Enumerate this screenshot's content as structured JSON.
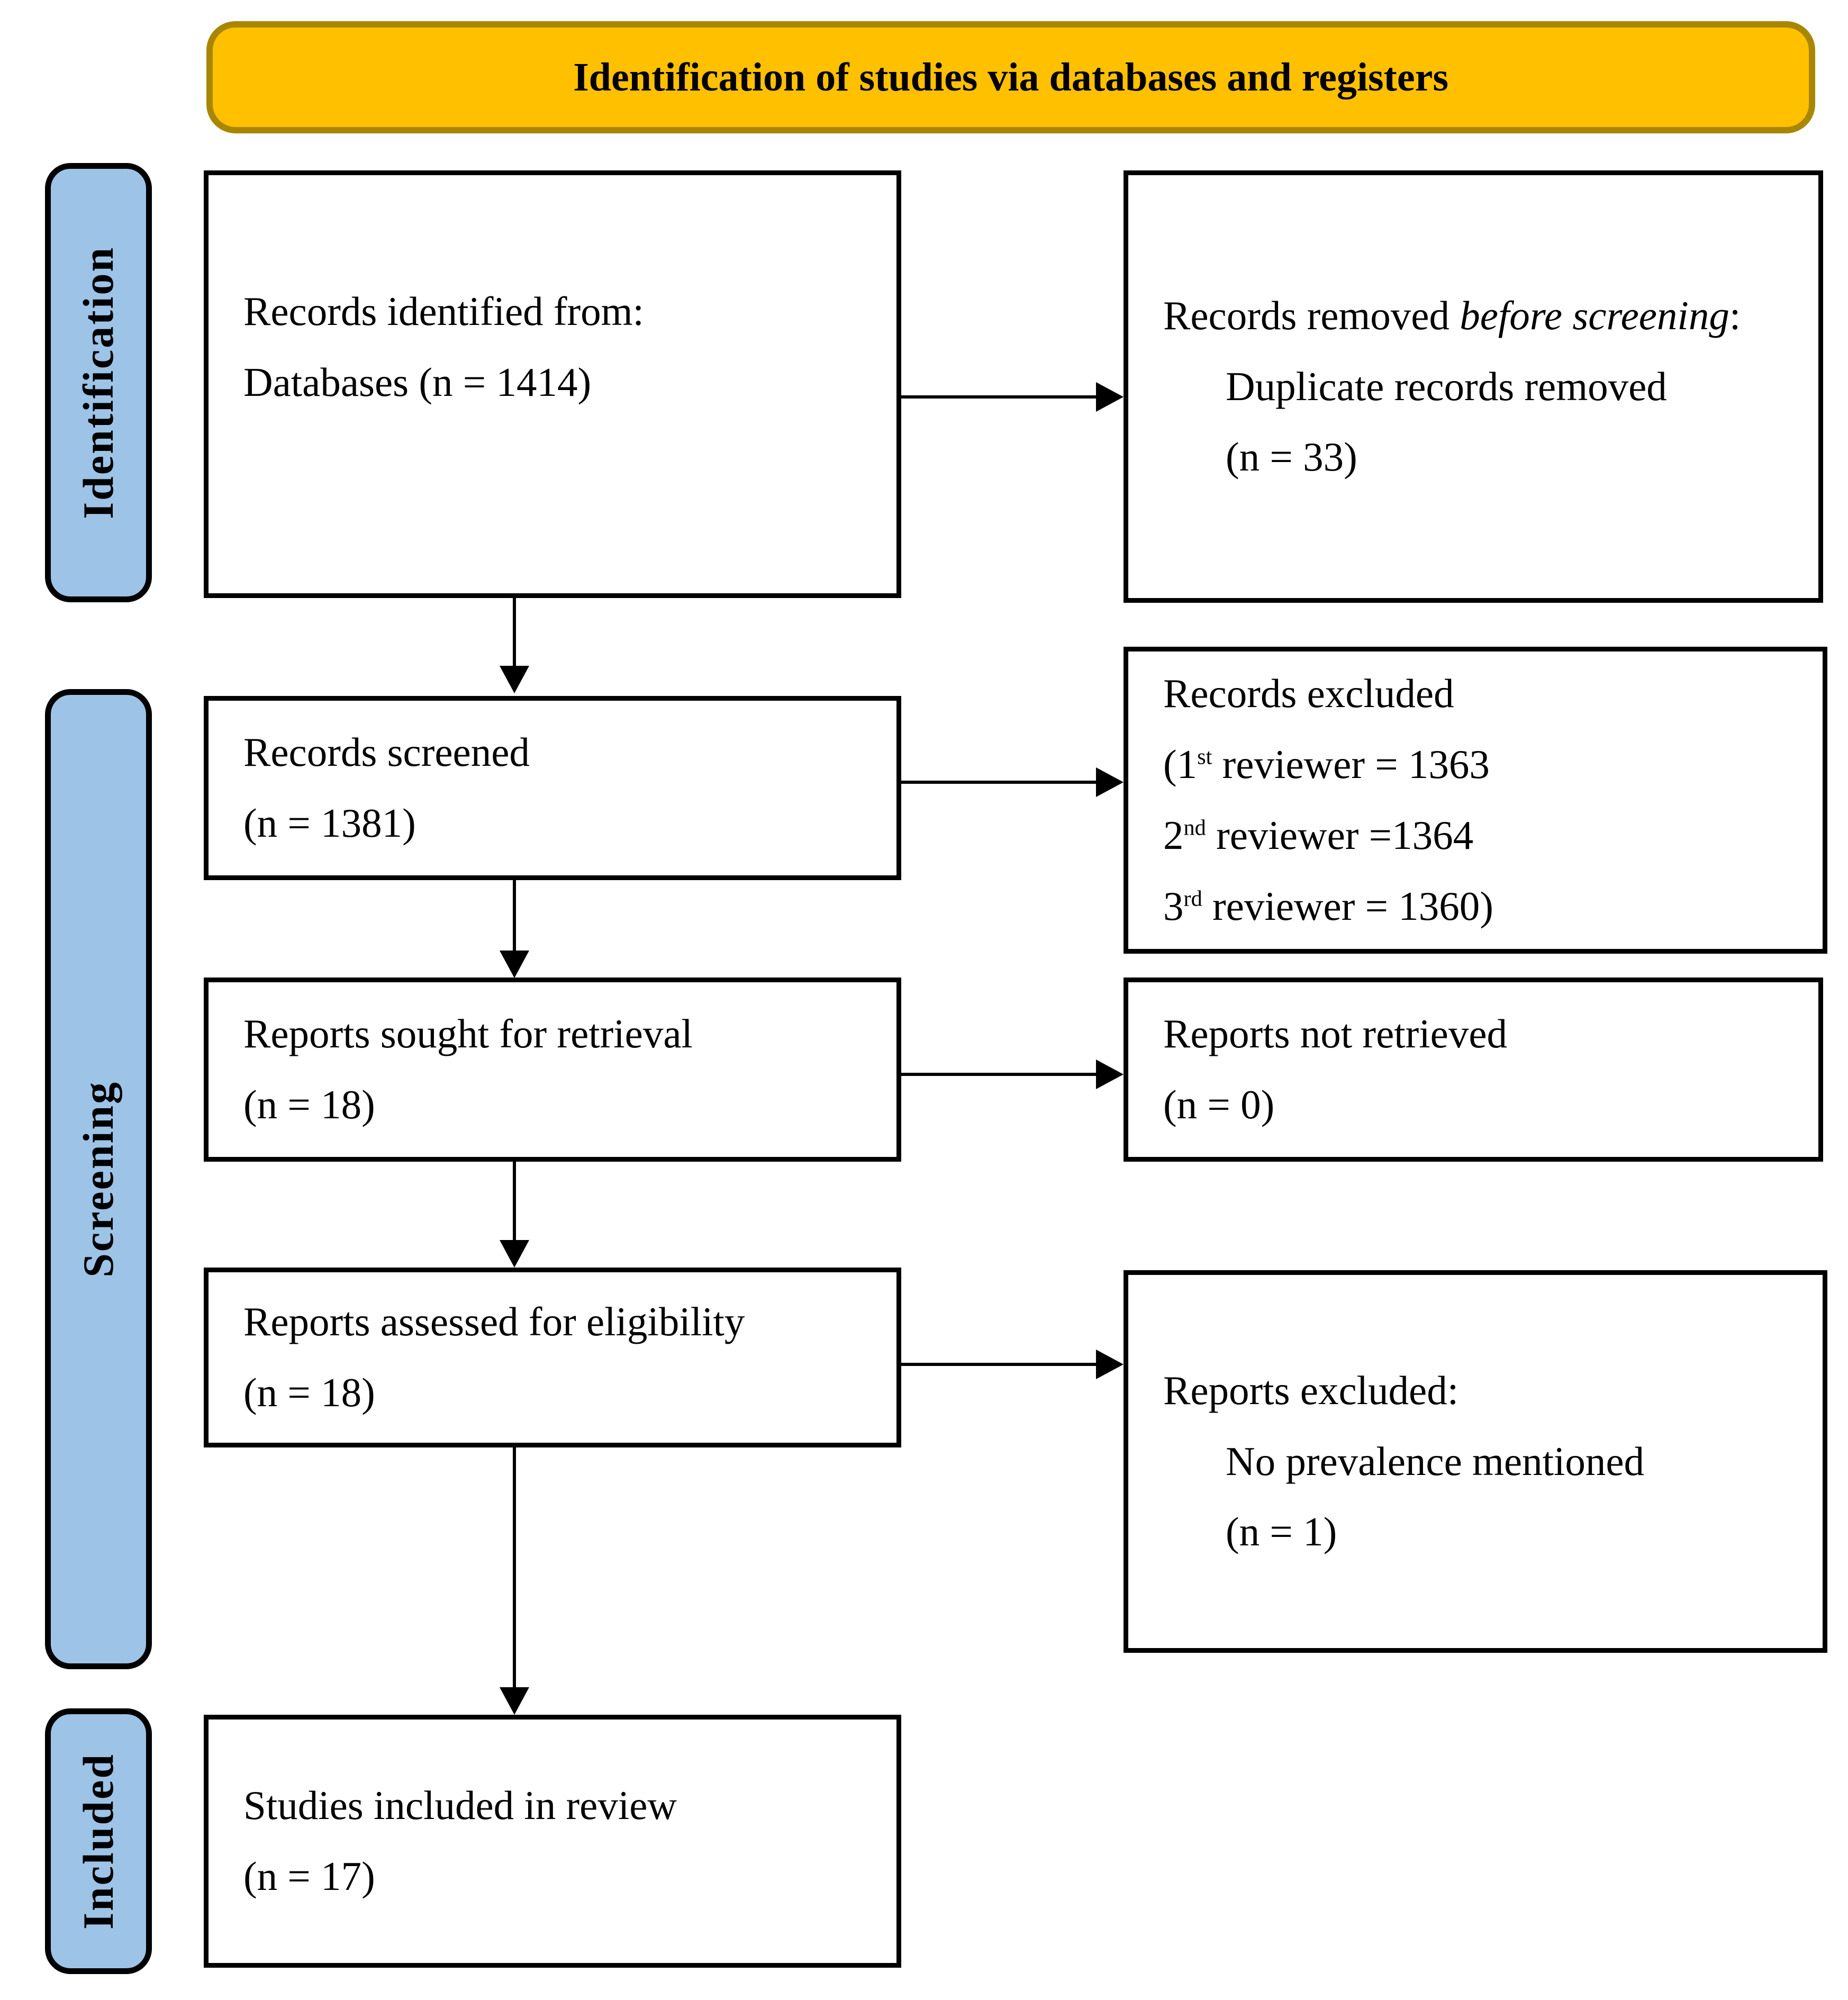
{
  "banner": {
    "title": "Identification of studies via databases and registers"
  },
  "stage_labels": {
    "identification": "Identification",
    "screening": "Screening",
    "included": "Included"
  },
  "boxes": {
    "records_identified": {
      "line1": "Records identified from:",
      "line2": "Databases (n = 1414)"
    },
    "records_removed": {
      "line1_prefix": "Records removed ",
      "line1_italic": "before screening",
      "line1_suffix": ":",
      "line2": "Duplicate records removed",
      "line3": "(n = 33)"
    },
    "records_screened": {
      "line1": "Records screened",
      "line2": "(n = 1381)"
    },
    "records_excluded": {
      "title": "Records excluded",
      "reviewer_lines": [
        {
          "pre": "(1",
          "sup": "st",
          "post": " reviewer = 1363"
        },
        {
          "pre": "2",
          "sup": "nd",
          "post": " reviewer =1364"
        },
        {
          "pre": "3",
          "sup": "rd",
          "post": " reviewer = 1360)"
        }
      ]
    },
    "reports_sought": {
      "line1": "Reports sought for retrieval",
      "line2": "(n = 18)"
    },
    "reports_not_retrieved": {
      "line1": "Reports not retrieved",
      "line2": "(n = 0)"
    },
    "reports_assessed": {
      "line1": "Reports assessed for eligibility",
      "line2": "(n = 18)"
    },
    "reports_excluded": {
      "line1": "Reports excluded:",
      "line2": "No prevalence mentioned",
      "line3": "(n = 1)"
    },
    "studies_included": {
      "line1": "Studies included in review",
      "line2": "(n = 17)"
    }
  },
  "colors": {
    "banner_fill": "#FFC000",
    "banner_border": "#A98600",
    "stage_label_fill": "#9DC3E6",
    "box_border": "#000000"
  }
}
